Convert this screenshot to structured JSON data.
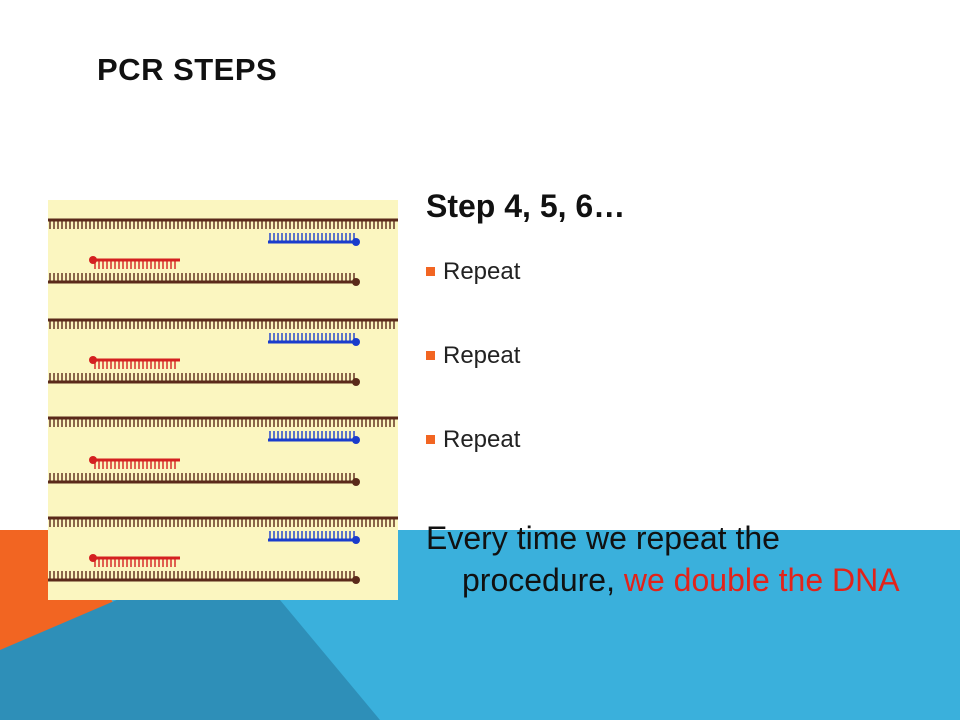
{
  "slide": {
    "title": "PCR STEPS",
    "step_heading": "Step 4, 5, 6…",
    "bullets": [
      "Repeat",
      "Repeat",
      "Repeat"
    ],
    "summary": {
      "part1": "Every time we repeat the procedure, ",
      "part2_highlight": "we double the DNA"
    }
  },
  "colors": {
    "accent_orange": "#f26522",
    "accent_blue": "#3ab0dc",
    "highlight_red": "#e2231a",
    "figure_background": "#fbf6c0"
  },
  "figure": {
    "icon": "dna-strands-icon"
  }
}
